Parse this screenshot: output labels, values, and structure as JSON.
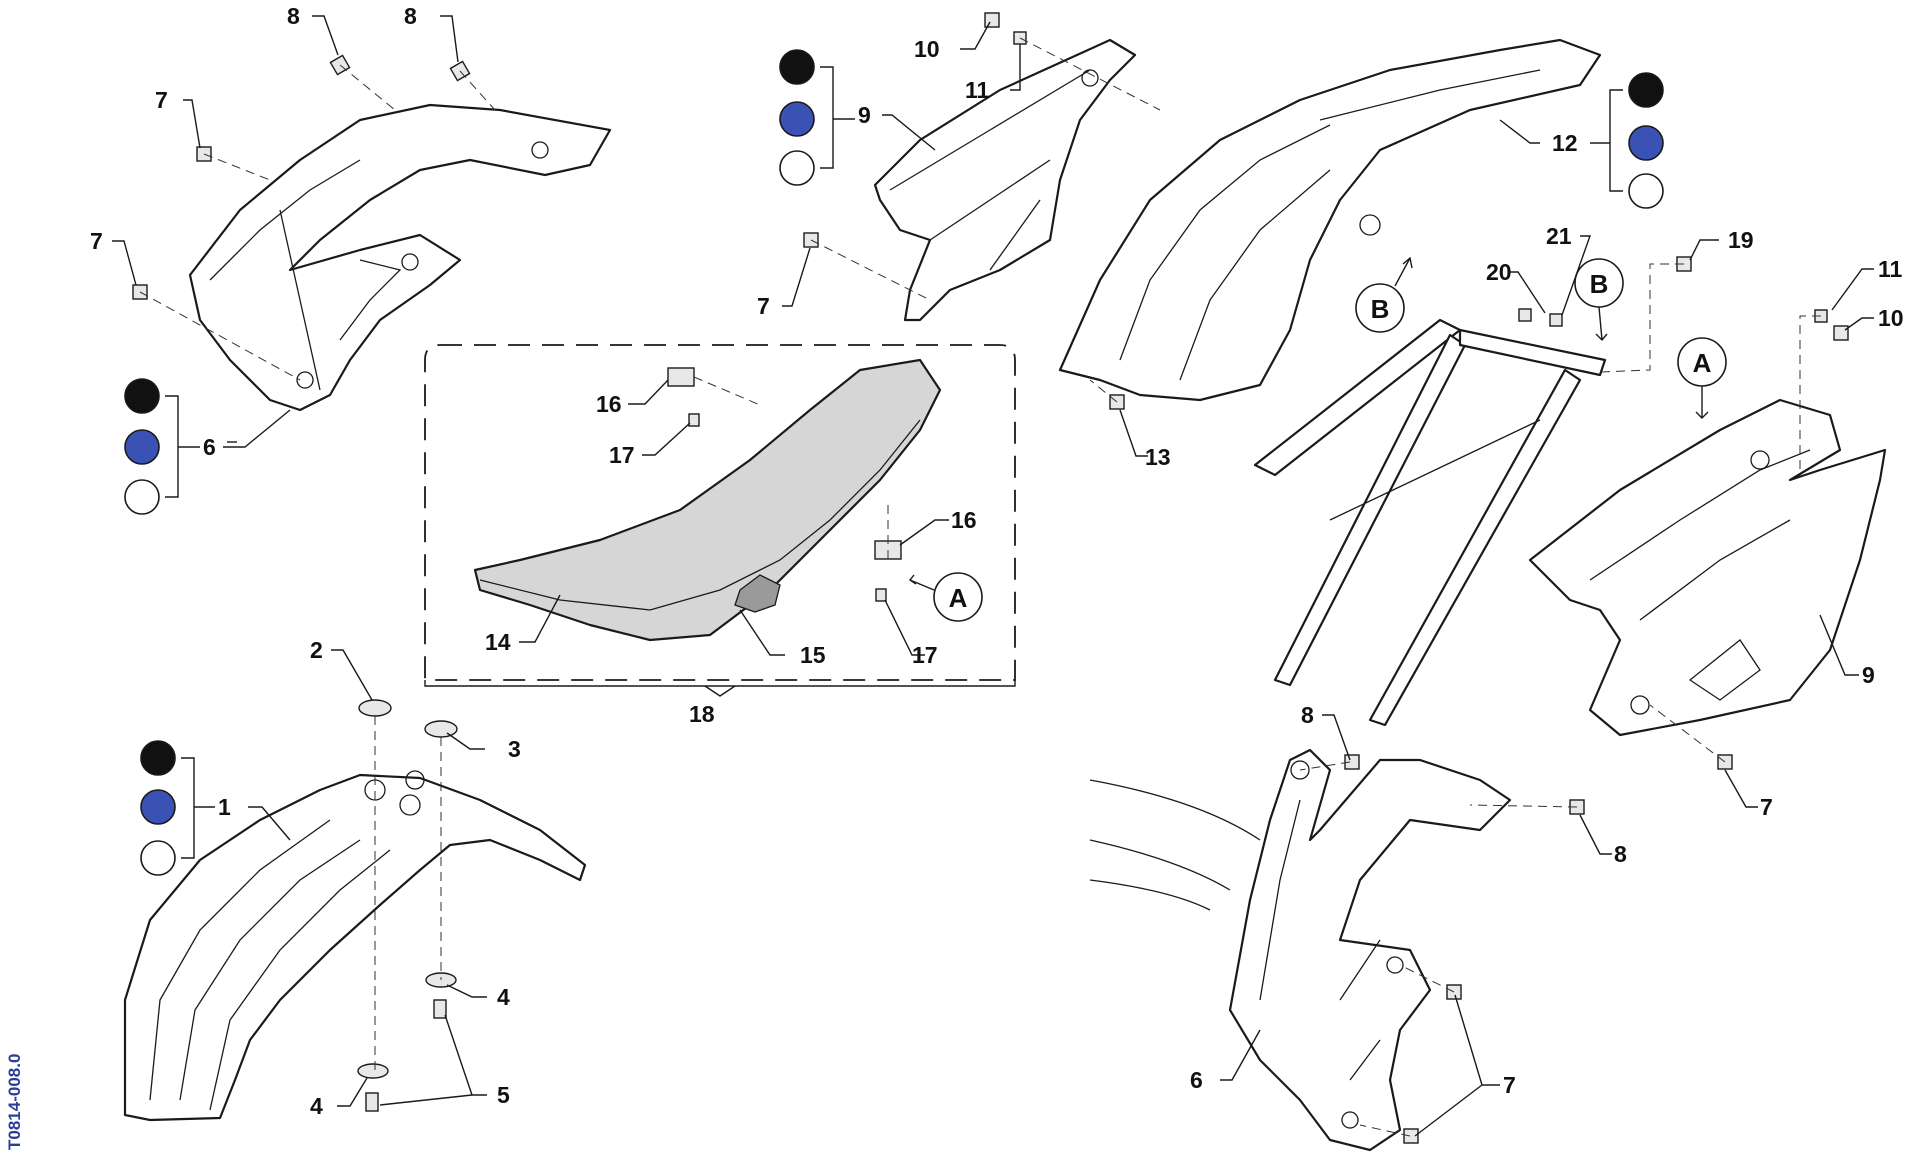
{
  "drawing_code": "T0814-008.0",
  "callouts": {
    "c1": "1",
    "c2": "2",
    "c3": "3",
    "c4a": "4",
    "c4b": "4",
    "c5": "5",
    "c6a": "6",
    "c6b": "6",
    "c7a": "7",
    "c7b": "7",
    "c7c": "7",
    "c7d": "7",
    "c7e": "7",
    "c8a": "8",
    "c8b": "8",
    "c8c": "8",
    "c8d": "8",
    "c9a": "9",
    "c9b": "9",
    "c10a": "10",
    "c10b": "10",
    "c11a": "11",
    "c11b": "11",
    "c12": "12",
    "c13": "13",
    "c14": "14",
    "c15": "15",
    "c16a": "16",
    "c16b": "16",
    "c17a": "17",
    "c17b": "17",
    "c18": "18",
    "c19": "19",
    "c20": "20",
    "c21": "21"
  },
  "references": {
    "ra1": "A",
    "ra2": "A",
    "rb1": "B",
    "rb2": "B"
  },
  "colors": {
    "black": "#111111",
    "blue": "#3a52b4",
    "white": "#ffffff"
  }
}
